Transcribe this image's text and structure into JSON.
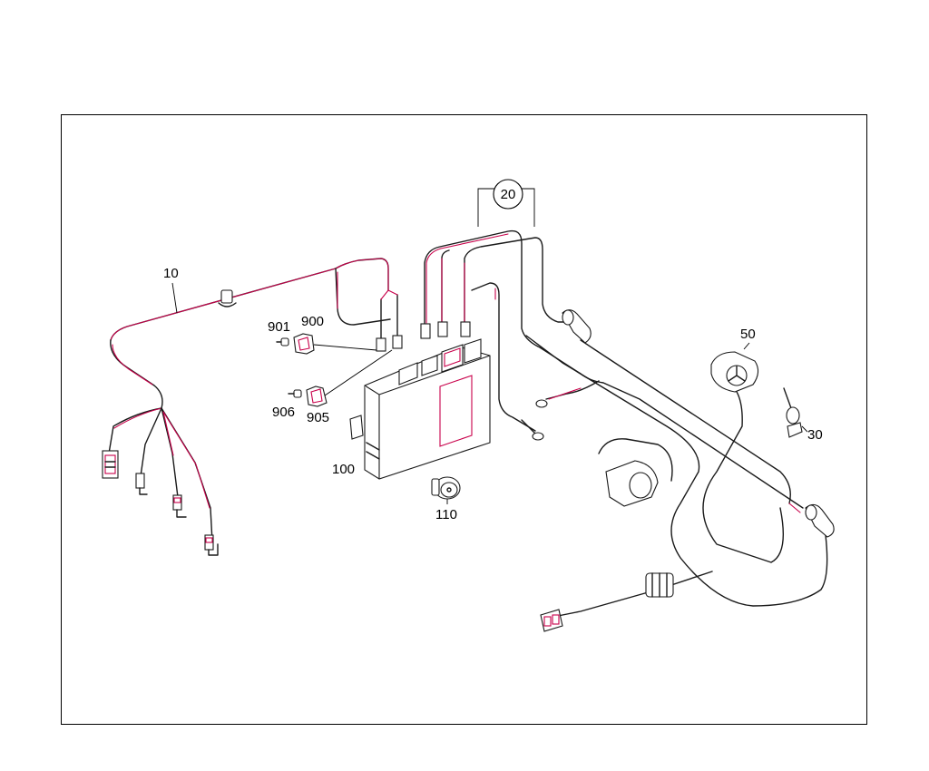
{
  "callouts": {
    "harness_main": "10",
    "harness_group": "20",
    "sensor_star": "50",
    "clip": "30",
    "control_unit": "100",
    "connector_round": "110",
    "plug_a": "900",
    "pin_a": "901",
    "plug_b": "905",
    "pin_b": "906"
  },
  "colors": {
    "line": "#1a1a1a",
    "accent": "#c8004a"
  }
}
